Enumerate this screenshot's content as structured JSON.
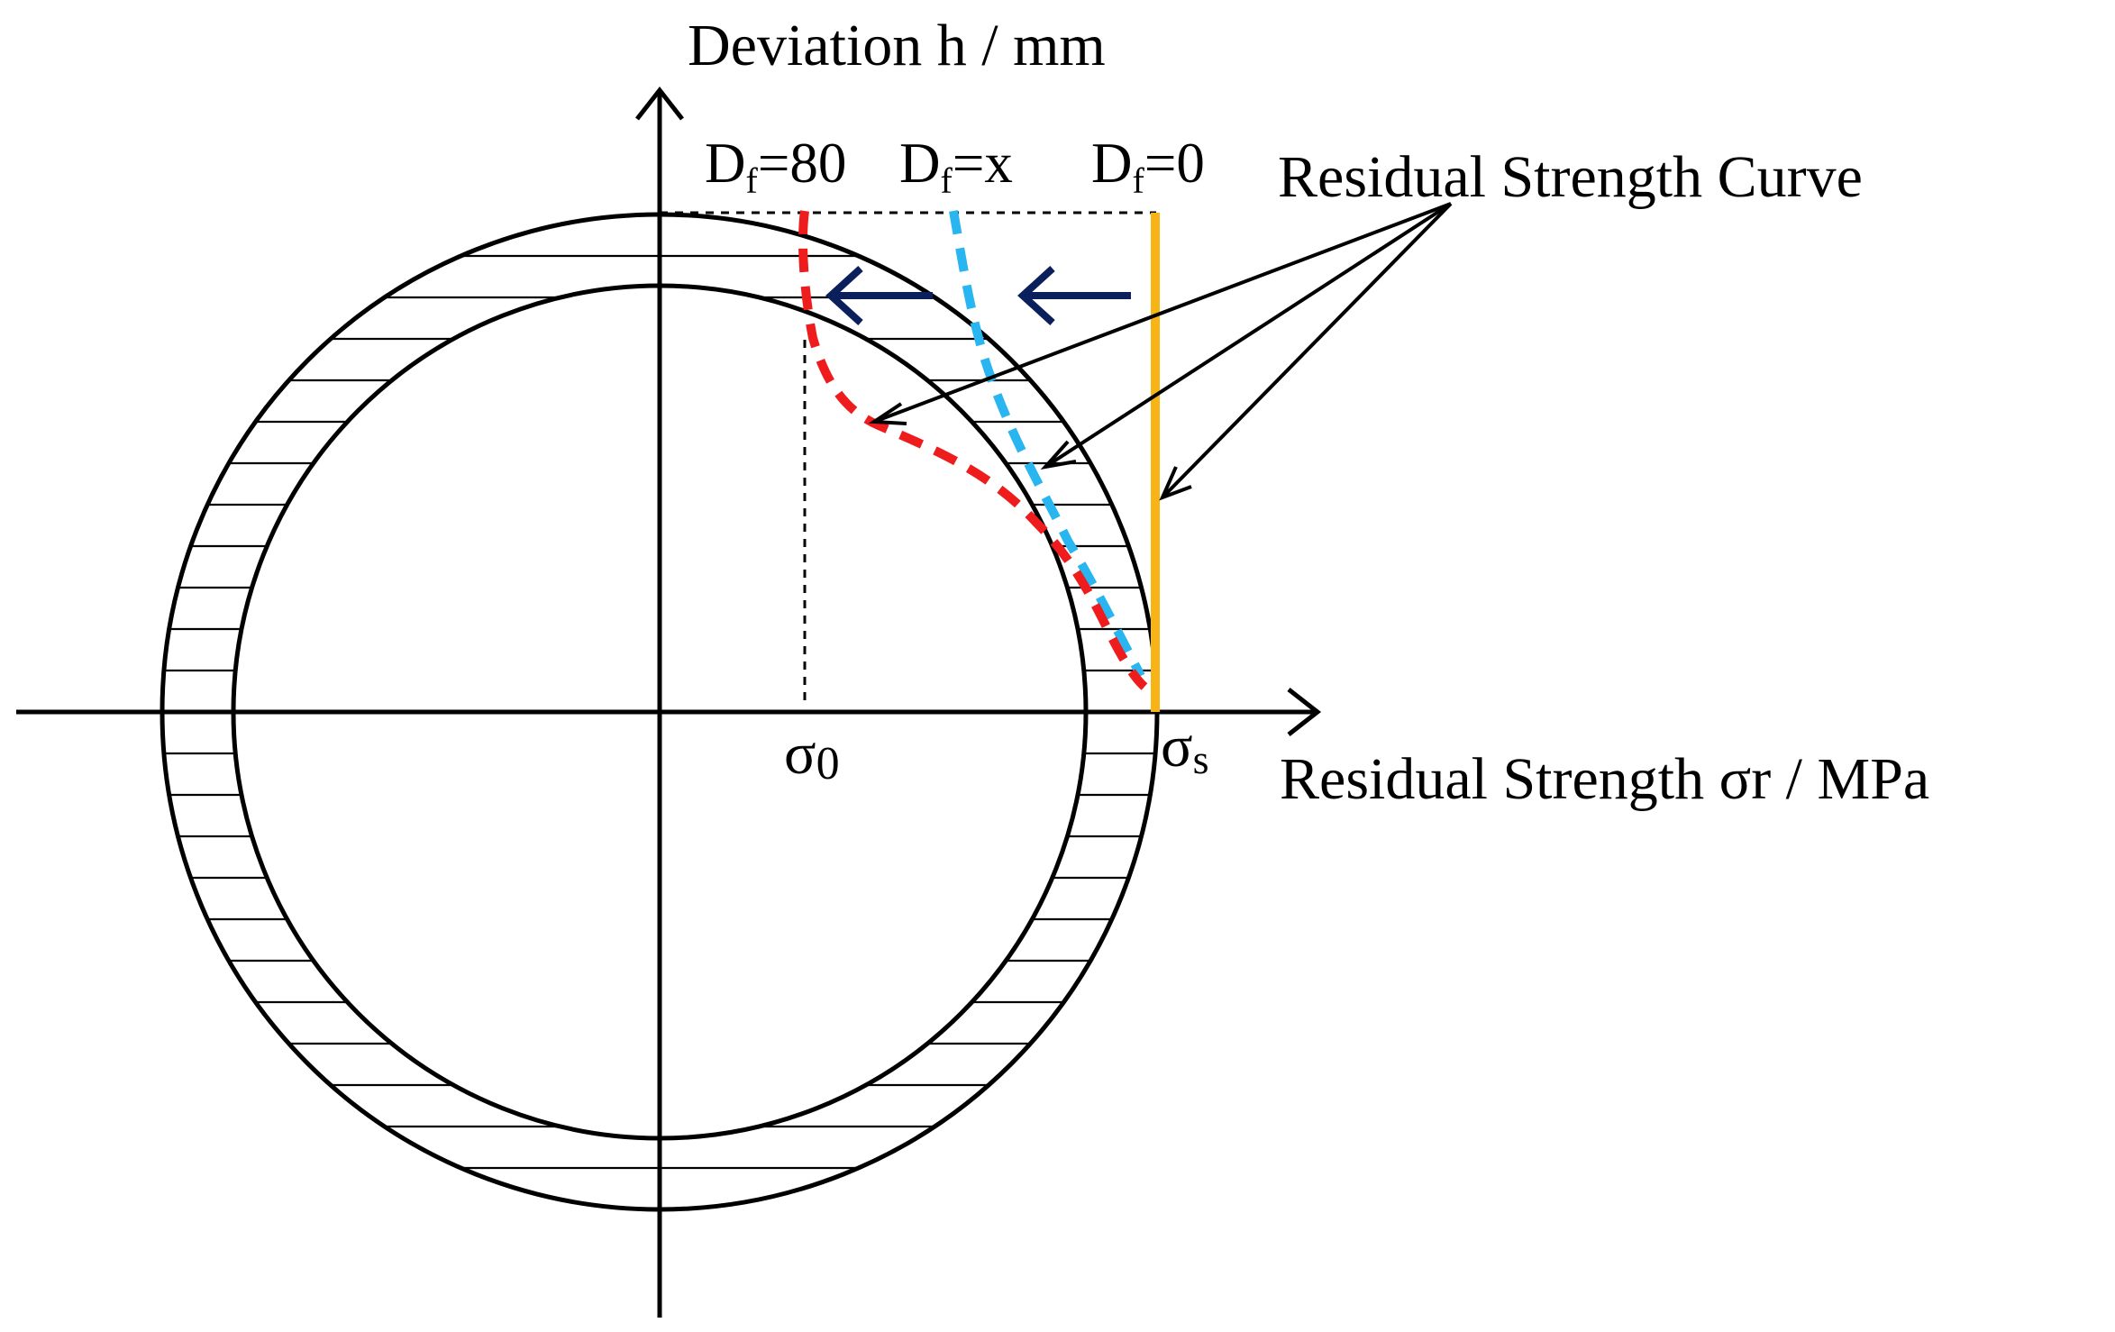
{
  "y_axis_label": "Deviation h / mm",
  "x_axis_label": "Residual Strength σr / MPa",
  "annotation": "Residual Strength Curve",
  "sigma_0": {
    "symbol": "σ",
    "subscript": "0"
  },
  "sigma_s": {
    "symbol": "σ",
    "subscript": "s"
  },
  "curve_labels": [
    {
      "main": "D",
      "sub": "f",
      "value": "=80",
      "color": "#ee1c1c",
      "style": "dashed"
    },
    {
      "main": "D",
      "sub": "f",
      "value": "=x",
      "color": "#29b6f0",
      "style": "dashed"
    },
    {
      "main": "D",
      "sub": "f",
      "value": "=0",
      "color": "#f7b515",
      "style": "solid"
    }
  ],
  "shift_arrow_color": "#0b1f5c"
}
